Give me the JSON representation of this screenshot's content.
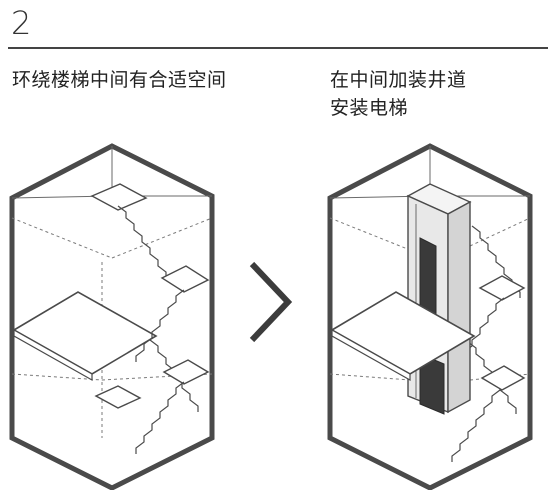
{
  "step": {
    "number": "2"
  },
  "captions": {
    "left": "环绕楼梯中间有合适空间",
    "right_line1": "在中间加装井道",
    "right_line2": "安装电梯"
  },
  "colors": {
    "outline": "#4a4a4a",
    "arrow": "#3c3c3c",
    "elevator_dark": "#3a3a3a",
    "shaft_fill": "#e8e8e8"
  }
}
